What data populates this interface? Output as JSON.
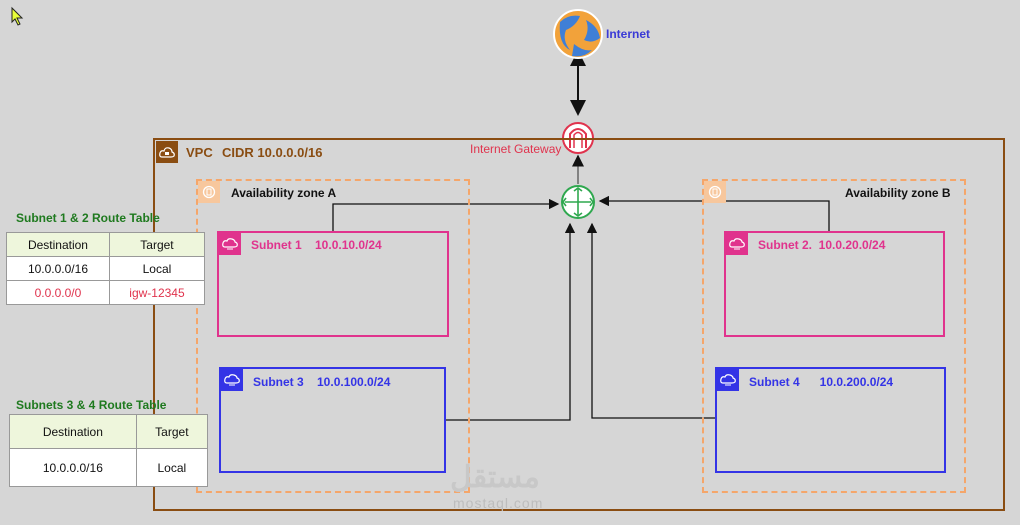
{
  "internet": {
    "label": "Internet"
  },
  "gateway": {
    "label": "Internet Gateway"
  },
  "vpc": {
    "label": "VPC",
    "cidr": "CIDR 10.0.0.0/16"
  },
  "zones": {
    "a": {
      "label": "Availability zone A"
    },
    "b": {
      "label": "Availability zone B"
    }
  },
  "subnets": {
    "s1": {
      "label": "Subnet 1    10.0.10.0/24"
    },
    "s2": {
      "label": "Subnet 2.  10.0.20.0/24"
    },
    "s3": {
      "label": "Subnet 3    10.0.100.0/24"
    },
    "s4": {
      "label": "Subnet 4      10.0.200.0/24"
    }
  },
  "route_tables": {
    "rt12": {
      "title": "Subnet 1 & 2 Route Table",
      "headers": [
        "Destination",
        "Target"
      ],
      "rows": [
        [
          "10.0.0.0/16",
          "Local"
        ],
        [
          "0.0.0.0/0",
          "igw-12345"
        ]
      ]
    },
    "rt34": {
      "title": "Subnets 3 & 4 Route Table",
      "headers": [
        "Destination",
        "Target"
      ],
      "rows": [
        [
          "10.0.0.0/16",
          "Local"
        ]
      ]
    }
  },
  "watermark": {
    "text": "mostaql.com",
    "arabic": "مستقل"
  },
  "colors": {
    "vpc": "#8a4d12",
    "zone": "#f5a66a",
    "subnet_public": "#e0338d",
    "subnet_private": "#3434e6",
    "router": "#2fa84f",
    "gateway": "#e0334d"
  }
}
